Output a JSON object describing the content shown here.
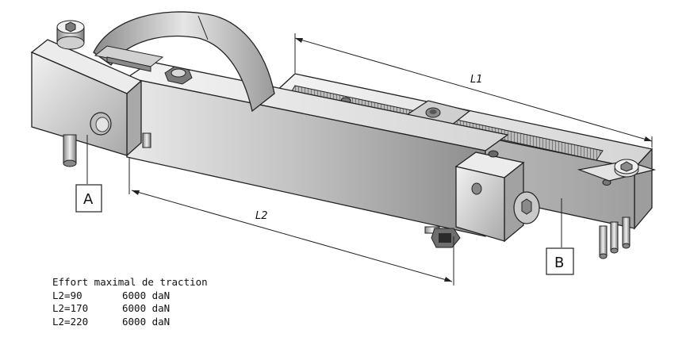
{
  "labels": {
    "A": "A",
    "B": "B",
    "L1": "L1",
    "L2": "L2"
  },
  "spec": {
    "title": "Effort maximal de traction",
    "rows": [
      {
        "length": "L2=90",
        "force": "6000 daN"
      },
      {
        "length": "L2=170",
        "force": "6000 daN"
      },
      {
        "length": "L2=220",
        "force": "6000 daN"
      }
    ]
  },
  "colors": {
    "steel_light": "#eeeeee",
    "steel_mid": "#bdbdbd",
    "steel_dark": "#7a7a7a",
    "outline": "#222222"
  }
}
